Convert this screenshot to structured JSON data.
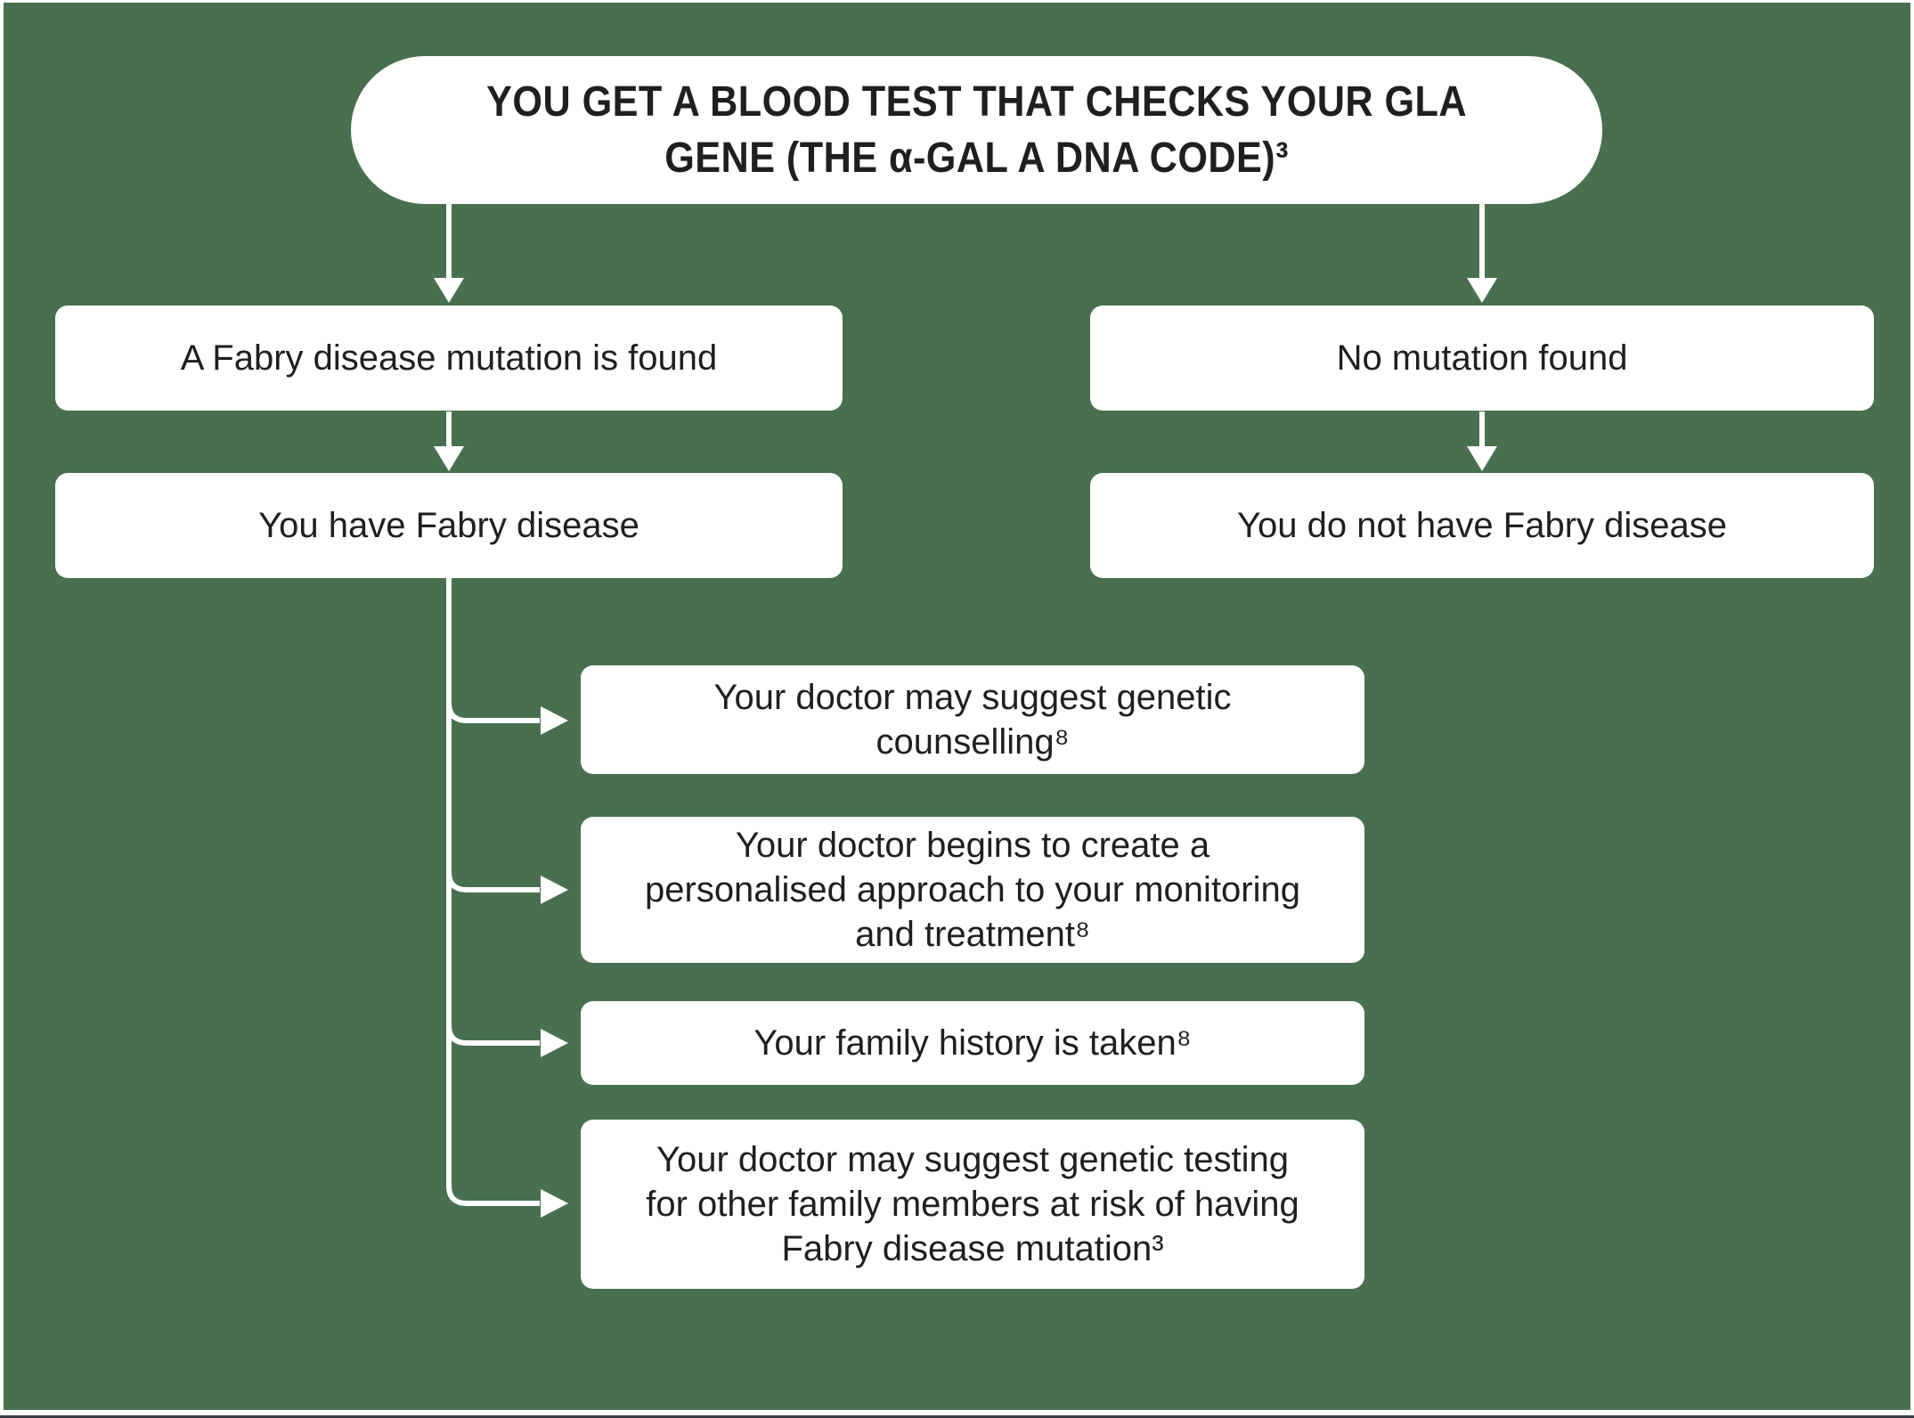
{
  "colors": {
    "background": "#48704F",
    "box_bg": "#FFFFFF",
    "text": "#1F1F1F",
    "connector": "#FFFFFF",
    "bottom_bar": "#3A3E47"
  },
  "flowchart": {
    "root": {
      "line1": "YOU GET A BLOOD TEST THAT CHECKS YOUR GLA",
      "line2": "GENE (THE α-GAL A DNA CODE)³"
    },
    "left_branch": {
      "result": "A Fabry disease mutation is found",
      "diagnosis": "You have Fabry disease",
      "next_steps": [
        "Your doctor may suggest genetic counselling⁸",
        "Your doctor begins to create a personalised approach to your monitoring and treatment⁸",
        "Your family history is taken⁸",
        "Your doctor may suggest genetic testing for other family members at risk of having Fabry disease mutation³"
      ]
    },
    "right_branch": {
      "result": "No mutation found",
      "diagnosis": "You do not have Fabry disease"
    }
  }
}
